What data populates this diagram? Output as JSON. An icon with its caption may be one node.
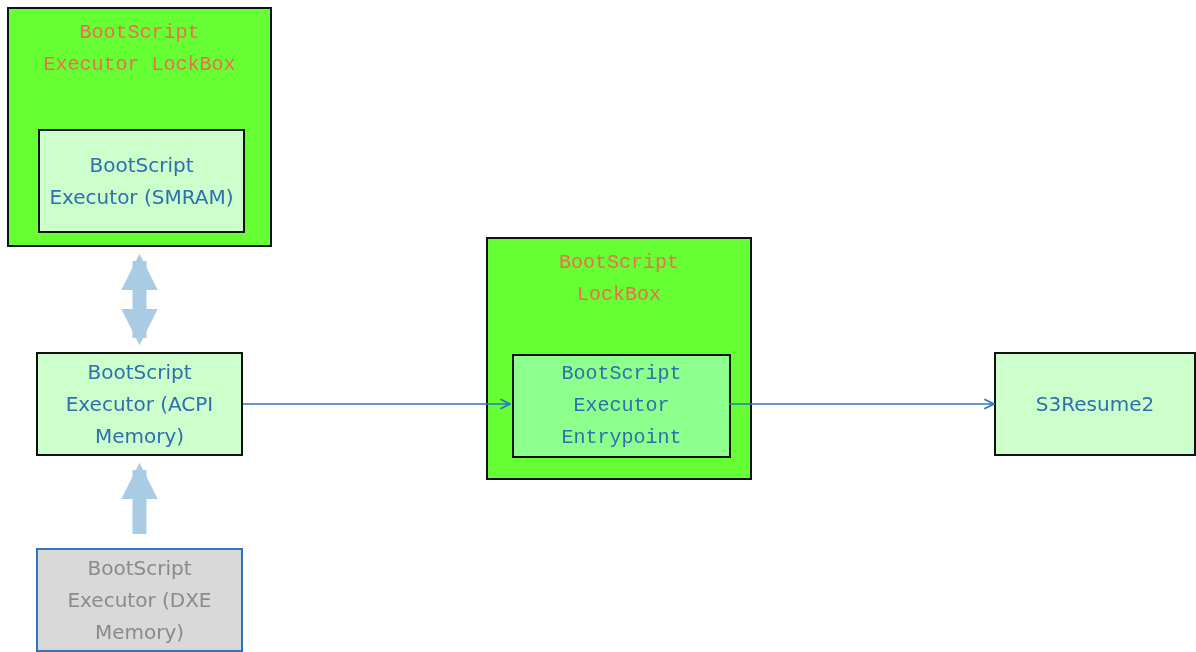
{
  "diagram": {
    "nodes": [
      {
        "text": [
          "BootScript Executor LockBox"
        ]
      },
      {
        "text": [
          "BootScript Executor (SMRAM)"
        ],
        "in": 0
      },
      {
        "text": [
          "BootScript Executor (ACPI Memory)"
        ]
      },
      {
        "text": [
          "BootScript Executor (DXE Memory)"
        ]
      },
      {
        "text": [
          "BootScript LockBox"
        ]
      },
      {
        "text": [
          "BootScript Executor Entrypoint"
        ],
        "in": 4
      },
      {
        "text": [
          "S3Resume2"
        ]
      }
    ],
    "edges": [
      {
        "from": 0,
        "to": 2,
        "arrow": "both",
        "style": "thick",
        "color": "#a9cce4"
      },
      {
        "from": 3,
        "to": 2,
        "arrow": "to",
        "style": "thick",
        "color": "#a9cce4"
      },
      {
        "from": 2,
        "to": 5,
        "arrow": "to",
        "color": "#2e75c0"
      },
      {
        "from": 5,
        "to": 6,
        "arrow": "to",
        "color": "#2e75c0"
      }
    ]
  }
}
